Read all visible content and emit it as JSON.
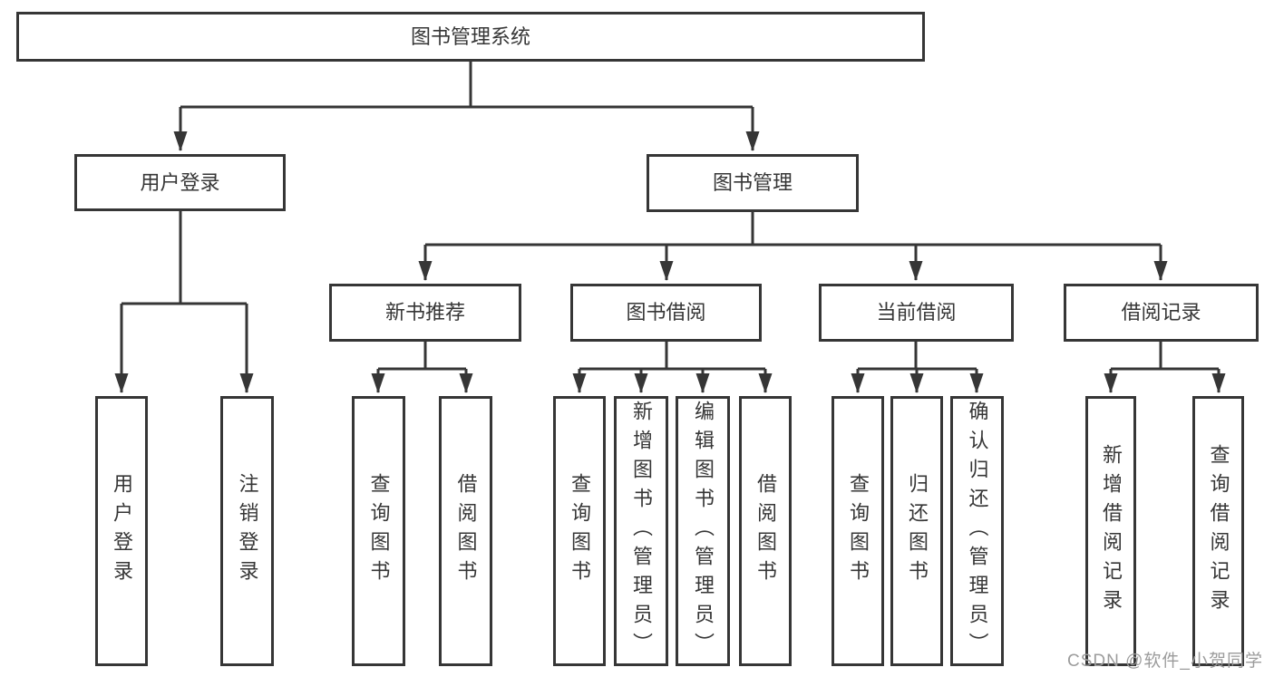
{
  "page": {
    "background": "#ffffff",
    "line_color": "#363636",
    "text_color": "#363636"
  },
  "watermark": {
    "text": "CSDN @软件_小贺同学",
    "color": "#9c9c9c"
  },
  "tree": {
    "root": {
      "label": "图书管理系统"
    },
    "branches": [
      {
        "label": "用户登录",
        "children": [
          {
            "label": "用户登录"
          },
          {
            "label": "注销登录"
          }
        ]
      },
      {
        "label": "图书管理",
        "children": [
          {
            "label": "新书推荐",
            "children": [
              {
                "label": "查询图书"
              },
              {
                "label": "借阅图书"
              }
            ]
          },
          {
            "label": "图书借阅",
            "children": [
              {
                "label": "查询图书"
              },
              {
                "label": "新增图书（管理员）"
              },
              {
                "label": "编辑图书（管理员）"
              },
              {
                "label": "借阅图书"
              }
            ]
          },
          {
            "label": "当前借阅",
            "children": [
              {
                "label": "查询图书"
              },
              {
                "label": "归还图书"
              },
              {
                "label": "确认归还（管理员）"
              }
            ]
          },
          {
            "label": "借阅记录",
            "children": [
              {
                "label": "新增借阅记录"
              },
              {
                "label": "查询借阅记录"
              }
            ]
          }
        ]
      }
    ]
  }
}
